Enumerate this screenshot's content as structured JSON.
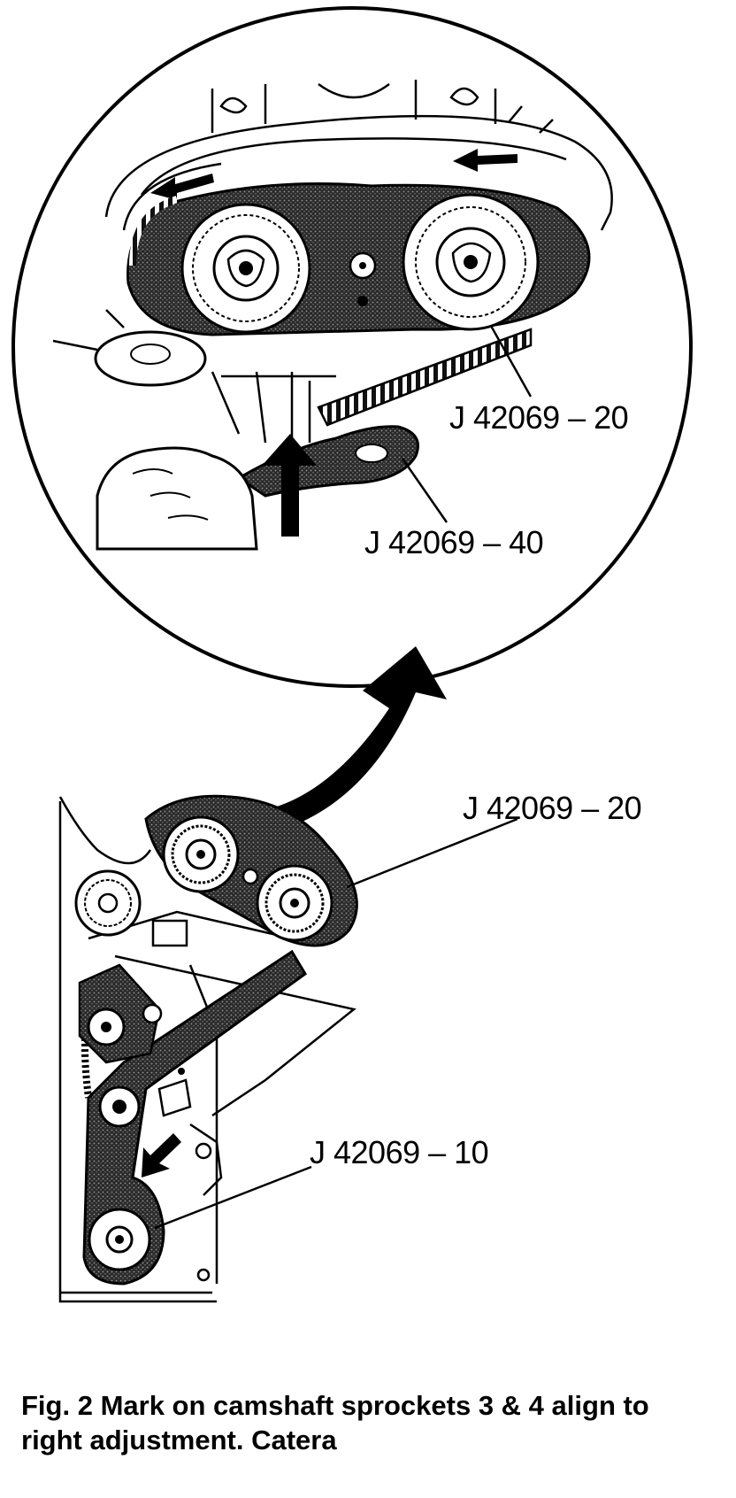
{
  "callouts": {
    "upper_belt": "J 42069 – 20",
    "upper_tool": "J 42069 – 40",
    "lower_belt": "J 42069 – 20",
    "lower_tool": "J 42069 – 10"
  },
  "caption": "Fig. 2  Mark on camshaft sprockets 3 & 4 align to\nright adjustment. Catera",
  "colors": {
    "ink": "#000000",
    "paper": "#ffffff",
    "belt_fill": "#4a4a4a"
  }
}
